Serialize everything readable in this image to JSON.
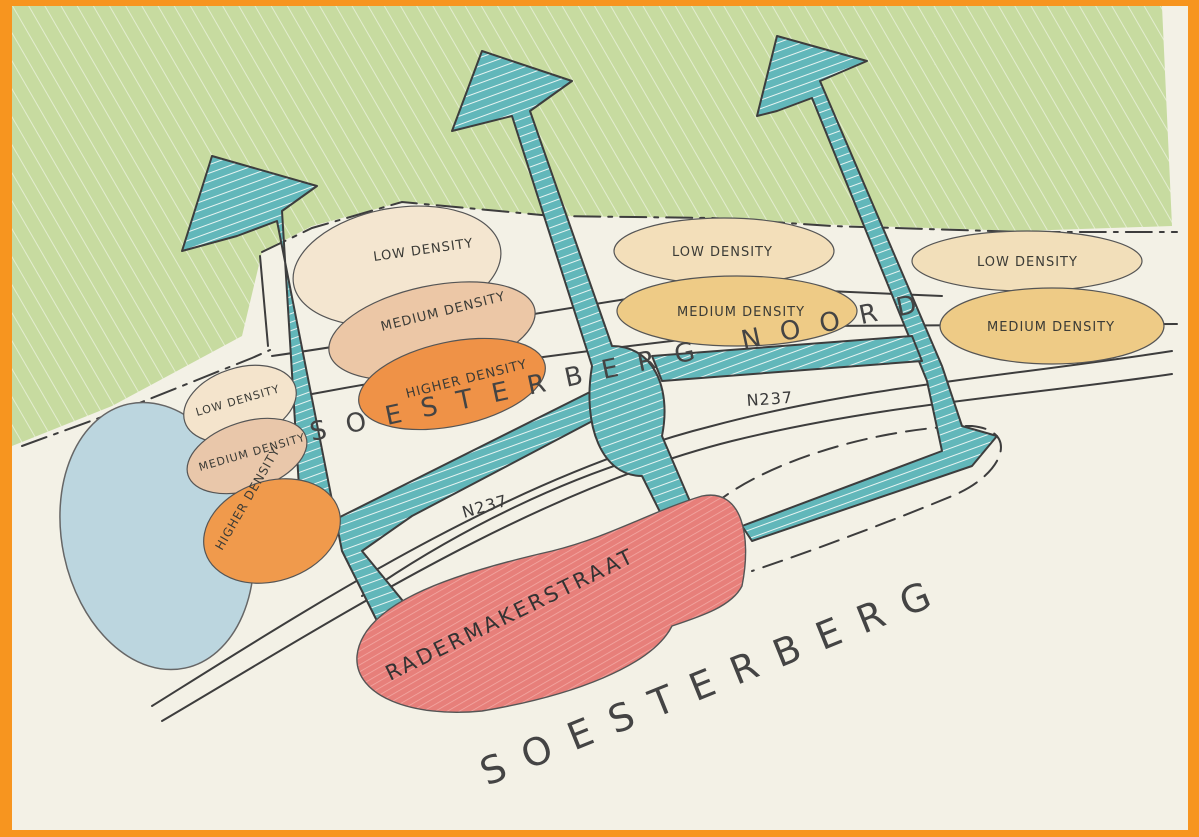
{
  "labels": {
    "low_density": "LOW DENSITY",
    "medium_density": "MEDIUM DENSITY",
    "higher_density": "HIGHER DENSITY",
    "soesterberg_noord": "SOESTERBERG NOORD",
    "soesterberg": "SOESTERBERG",
    "radermakerstraat": "RADERMAKERSTRAAT",
    "road_n237": "N237"
  },
  "colors": {
    "frame": "#f7951f",
    "paper": "#f3f1e6",
    "green_area": "#c9dca4",
    "arrows": "#5fb3b6",
    "low_density": "#f1dfc4",
    "medium_density": "#eecd8e",
    "medium_density_left": "#e9c8ad",
    "higher_density": "#f09a4c",
    "radermakerstraat": "#e8837e",
    "blue_zone": "#bcd6df"
  }
}
